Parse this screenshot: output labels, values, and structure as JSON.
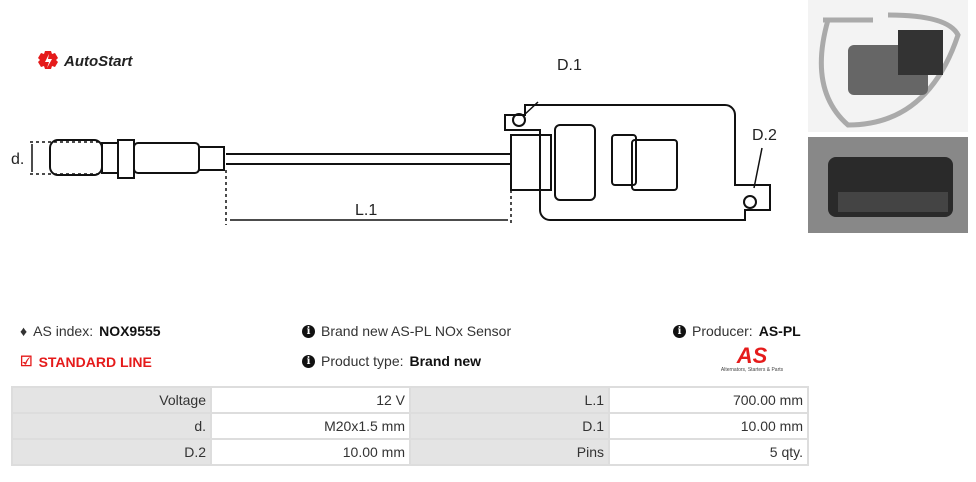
{
  "brand": {
    "logo_text": "AutoStart"
  },
  "diagram": {
    "labels": {
      "d": "d.",
      "L1": "L.1",
      "D1": "D.1",
      "D2": "D.2"
    }
  },
  "info": {
    "as_index_label": "AS index:",
    "as_index_value": "NOX9555",
    "line_label": "STANDARD LINE",
    "description": "Brand new AS-PL NOx Sensor",
    "product_type_label": "Product type:",
    "product_type_value": "Brand new",
    "producer_label": "Producer:",
    "producer_value": "AS-PL",
    "producer_logo_text": "AS",
    "producer_logo_tagline": "Alternators, Starters & Parts"
  },
  "specs": [
    {
      "label": "Voltage",
      "value": "12 V",
      "label2": "L.1",
      "value2": "700.00 mm"
    },
    {
      "label": "d.",
      "value": "M20x1.5 mm",
      "label2": "D.1",
      "value2": "10.00 mm"
    },
    {
      "label": "D.2",
      "value": "10.00 mm",
      "label2": "Pins",
      "value2": "5 qty."
    }
  ],
  "colors": {
    "accent": "#e51b1b",
    "label_bg": "#e4e4e4"
  }
}
